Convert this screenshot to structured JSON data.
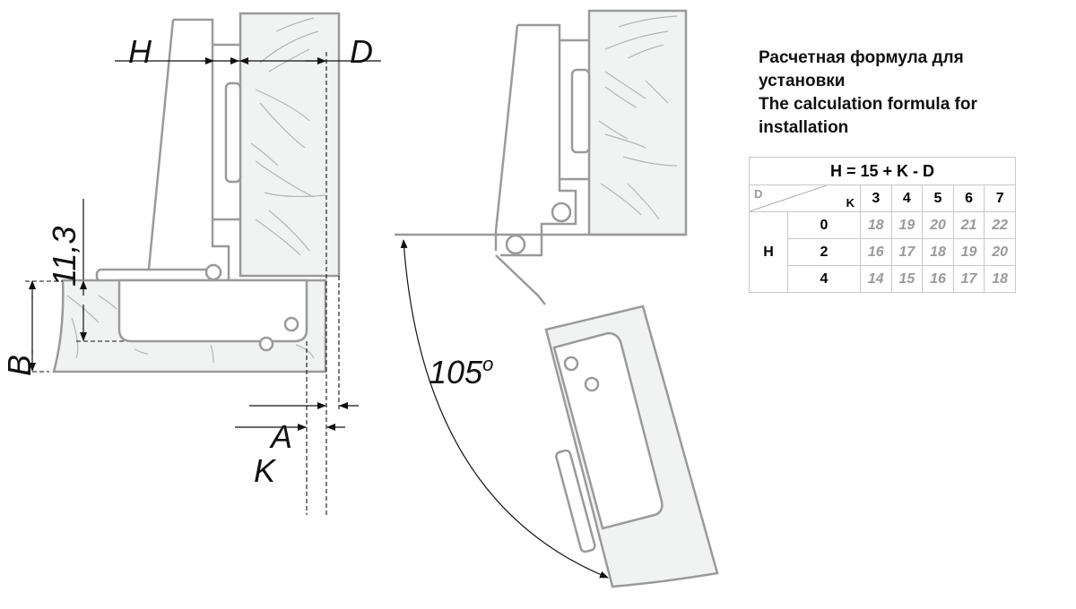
{
  "labels": {
    "H": "H",
    "D": "D",
    "dim_11_3": "11,3",
    "B": "B",
    "A": "A",
    "K": "K",
    "angle": "105",
    "angle_unit": "o"
  },
  "heading": {
    "ru": "Расчетная формула для установки",
    "en": "The calculation formula for installation"
  },
  "table": {
    "formula": "H = 15 + K - D",
    "corner_d": "D",
    "corner_k": "K",
    "k_values": [
      "3",
      "4",
      "5",
      "6",
      "7"
    ],
    "row_label": "H",
    "rows": [
      {
        "d": "0",
        "h": [
          "18",
          "19",
          "20",
          "21",
          "22"
        ]
      },
      {
        "d": "2",
        "h": [
          "16",
          "17",
          "18",
          "19",
          "20"
        ]
      },
      {
        "d": "4",
        "h": [
          "14",
          "15",
          "16",
          "17",
          "18"
        ]
      }
    ]
  }
}
